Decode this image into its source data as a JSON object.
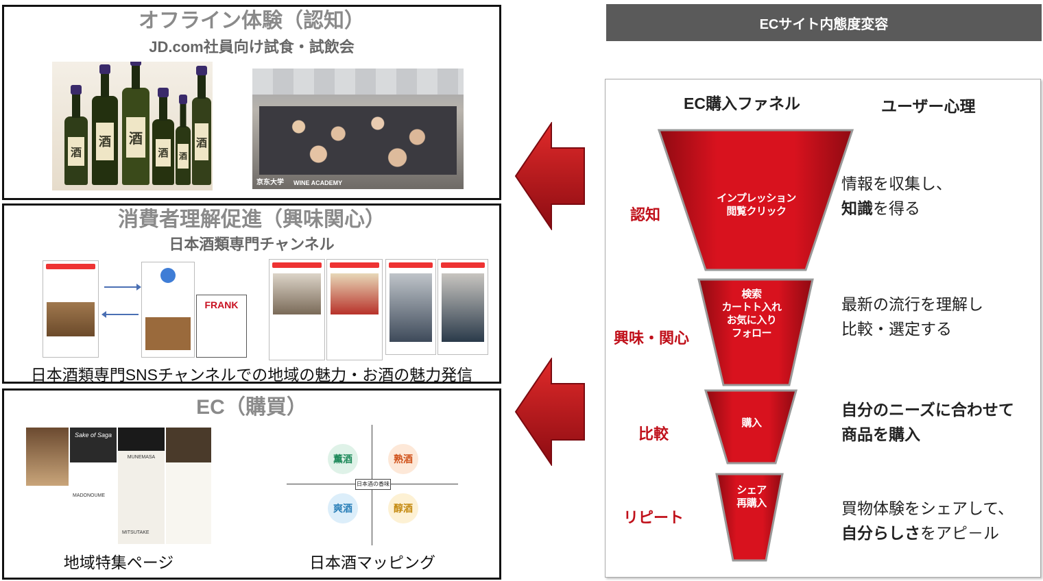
{
  "panels": {
    "offline": {
      "title": "オフライン体験（認知）",
      "subtitle": "JD.com社員向け試食・試飲会",
      "bottle_labels": [
        "酒",
        "酒",
        "酒",
        "酒",
        "酒",
        "酒"
      ],
      "logos": [
        "京东大学",
        "WINE ACADEMY"
      ]
    },
    "consumer": {
      "title": "消費者理解促進（興味関心）",
      "subtitle": "日本酒類専門チャンネル",
      "frank_logo": "FRANK",
      "caption": "日本酒類専門SNSチャンネルでの地域の魅力・お酒の魅力発信"
    },
    "ec": {
      "title": "EC（購買）",
      "caption_left": "地域特集ページ",
      "caption_right": "日本酒マッピング",
      "map_center": "日本酒の香味",
      "map_quadrants": [
        "薫酒",
        "熟酒",
        "爽酒",
        "醇酒"
      ],
      "page_names": [
        "Sake of Saga",
        "MUNEMASA",
        "MADONOUME",
        "MITSUTAKE"
      ]
    }
  },
  "right": {
    "header": "ECサイト内態度変容",
    "col_funnel": "EC購入ファネル",
    "col_psy": "ユーザー心理",
    "stages": [
      {
        "name": "認知",
        "funnel": [
          "インプレッション",
          "閲覧クリック"
        ],
        "psy_line1_pre": "情報を収集し、",
        "psy_line2_bold": "知識",
        "psy_line2_post": "を得る"
      },
      {
        "name": "興味・関心",
        "funnel": [
          "検索",
          "カートト入れ",
          "お気に入り",
          "フォロー"
        ],
        "psy_line1": "最新の流行を理解し",
        "psy_line2": "比較・選定する"
      },
      {
        "name": "比較",
        "funnel": [
          "購入"
        ],
        "psy_line1_bold": "自分のニーズに合わせて",
        "psy_line2_bold": "商品を購入"
      },
      {
        "name": "リピート",
        "funnel": [
          "シェア",
          "再購入"
        ],
        "psy_line1": "買物体験をシェアして、",
        "psy_line2_bold": "自分らしさ",
        "psy_line2_post": "をアピ－ル"
      }
    ]
  },
  "colors": {
    "accent_red": "#c8101e",
    "header_gray": "#5a5a5a",
    "title_gray": "#8a8a8a"
  }
}
